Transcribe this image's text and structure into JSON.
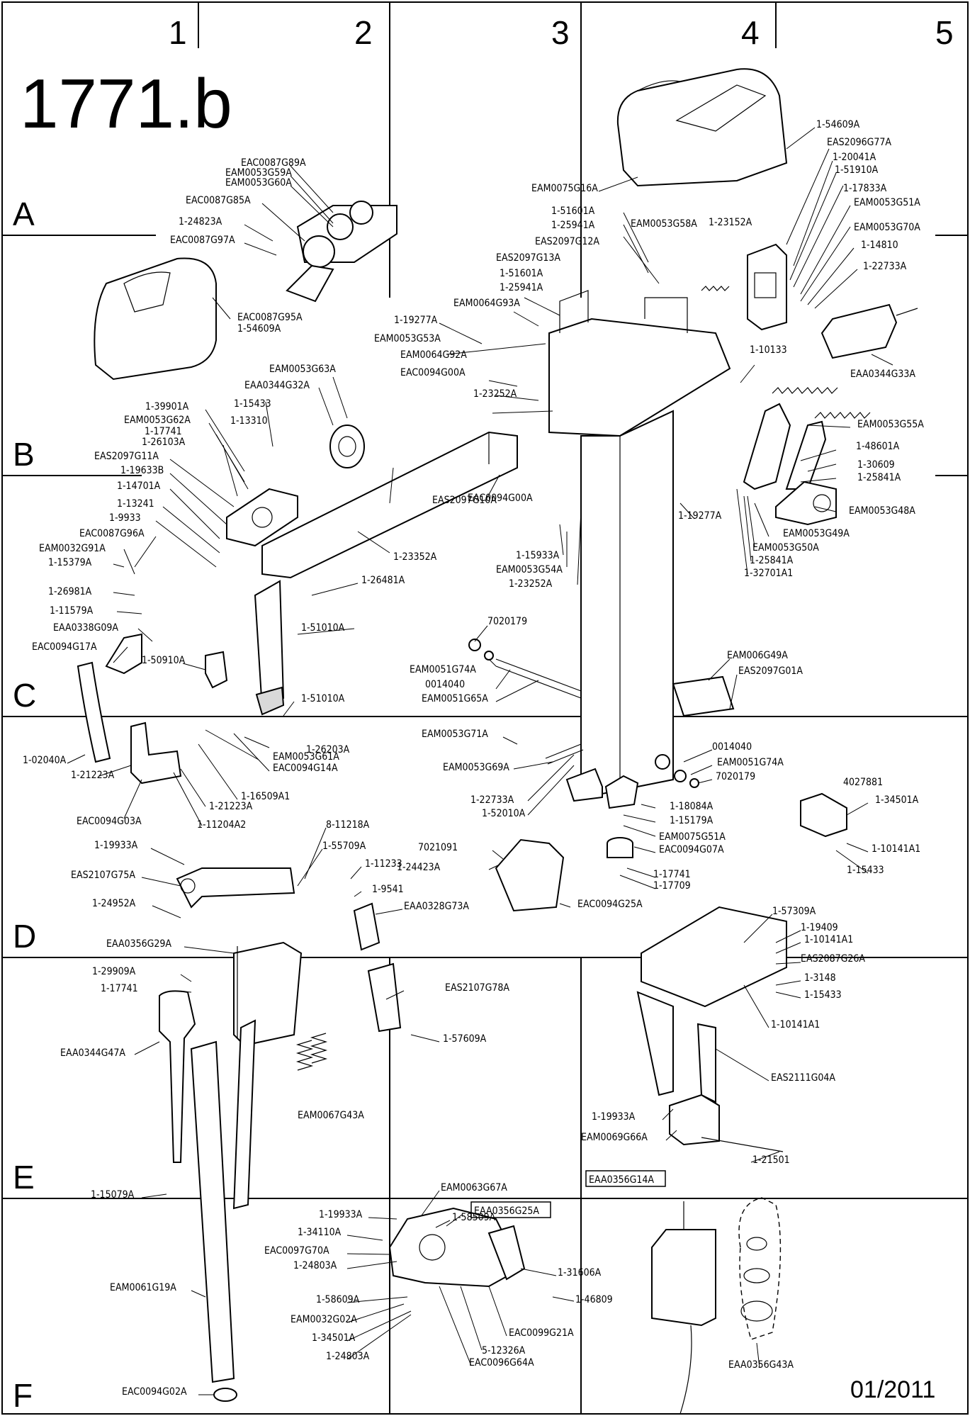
{
  "sheet": {
    "code": "1771.b",
    "date": "01/2011",
    "columns": [
      "1",
      "2",
      "3",
      "4",
      "5"
    ],
    "rows": [
      "A",
      "B",
      "C",
      "D",
      "E",
      "F"
    ]
  },
  "labels": [
    {
      "text": "EAC0087G89A"
    },
    {
      "text": "EAM0053G59A"
    },
    {
      "text": "EAM0053G60A"
    },
    {
      "text": "EAC0087G85A"
    },
    {
      "text": "1-24823A"
    },
    {
      "text": "EAC0087G97A"
    },
    {
      "text": "EAC0087G95A"
    },
    {
      "text": "1-54609A"
    },
    {
      "text": "EAM0075G16A"
    },
    {
      "text": "1-54609A"
    },
    {
      "text": "EAS2096G77A"
    },
    {
      "text": "1-20041A"
    },
    {
      "text": "1-51910A"
    },
    {
      "text": "1-17833A"
    },
    {
      "text": "EAM0053G51A"
    },
    {
      "text": "EAM0053G70A"
    },
    {
      "text": "1-14810"
    },
    {
      "text": "1-22733A"
    },
    {
      "text": "1-51601A"
    },
    {
      "text": "1-25941A"
    },
    {
      "text": "EAS2097G12A"
    },
    {
      "text": "EAM0053G58A"
    },
    {
      "text": "1-23152A"
    },
    {
      "text": "EAS2097G13A"
    },
    {
      "text": "1-51601A"
    },
    {
      "text": "1-25941A"
    },
    {
      "text": "EAM0064G93A"
    },
    {
      "text": "1-19277A"
    },
    {
      "text": "EAM0053G53A"
    },
    {
      "text": "EAM0064G92A"
    },
    {
      "text": "EAC0094G00A"
    },
    {
      "text": "1-23252A"
    },
    {
      "text": "1-10133"
    },
    {
      "text": "EAA0344G33A"
    },
    {
      "text": "EAM0053G55A"
    },
    {
      "text": "1-48601A"
    },
    {
      "text": "1-30609"
    },
    {
      "text": "1-25841A"
    },
    {
      "text": "EAM0053G48A"
    },
    {
      "text": "EAM0053G49A"
    },
    {
      "text": "EAM0053G50A"
    },
    {
      "text": "1-25841A"
    },
    {
      "text": "1-32701A1"
    },
    {
      "text": "1-19277A"
    },
    {
      "text": "1-15933A"
    },
    {
      "text": "EAM0053G54A"
    },
    {
      "text": "1-23252A"
    },
    {
      "text": "EAM0053G63A"
    },
    {
      "text": "EAA0344G32A"
    },
    {
      "text": "1-15433"
    },
    {
      "text": "1-39901A"
    },
    {
      "text": "EAM0053G62A"
    },
    {
      "text": "1-13310"
    },
    {
      "text": "1-17741"
    },
    {
      "text": "1-26103A"
    },
    {
      "text": "EAS2097G11A"
    },
    {
      "text": "1-19633B"
    },
    {
      "text": "1-14701A"
    },
    {
      "text": "1-13241"
    },
    {
      "text": "1-9933"
    },
    {
      "text": "EAC0087G96A"
    },
    {
      "text": "EAM0032G91A"
    },
    {
      "text": "1-15379A"
    },
    {
      "text": "1-26981A"
    },
    {
      "text": "1-11579A"
    },
    {
      "text": "EAA0338G09A"
    },
    {
      "text": "EAC0094G17A"
    },
    {
      "text": "EAS2097G10A"
    },
    {
      "text": "EAC0094G00A"
    },
    {
      "text": "1-23352A"
    },
    {
      "text": "1-26481A"
    },
    {
      "text": "1-51010A"
    },
    {
      "text": "1-50910A"
    },
    {
      "text": "1-51010A"
    },
    {
      "text": "1-26203A"
    },
    {
      "text": "EAM0053G61A"
    },
    {
      "text": "EAC0094G14A"
    },
    {
      "text": "1-16509A1"
    },
    {
      "text": "1-02040A"
    },
    {
      "text": "1-21223A"
    },
    {
      "text": "1-21223A"
    },
    {
      "text": "1-11204A2"
    },
    {
      "text": "EAC0094G03A"
    },
    {
      "text": "7020179"
    },
    {
      "text": "EAM0051G74A"
    },
    {
      "text": "0014040"
    },
    {
      "text": "EAM0051G65A"
    },
    {
      "text": "EAM006G49A"
    },
    {
      "text": "EAS2097G01A"
    },
    {
      "text": "EAM0053G71A"
    },
    {
      "text": "EAM0053G69A"
    },
    {
      "text": "1-22733A"
    },
    {
      "text": "1-52010A"
    },
    {
      "text": "0014040"
    },
    {
      "text": "EAM0051G74A"
    },
    {
      "text": "7020179"
    },
    {
      "text": "1-18084A"
    },
    {
      "text": "1-15179A"
    },
    {
      "text": "EAM0075G51A"
    },
    {
      "text": "EAC0094G07A"
    },
    {
      "text": "1-17741"
    },
    {
      "text": "1-17709"
    },
    {
      "text": "7021091"
    },
    {
      "text": "1-24423A"
    },
    {
      "text": "EAC0094G25A"
    },
    {
      "text": "4027881"
    },
    {
      "text": "1-34501A"
    },
    {
      "text": "1-10141A1"
    },
    {
      "text": "1-15433"
    },
    {
      "text": "1-19933A"
    },
    {
      "text": "EAS2107G75A"
    },
    {
      "text": "1-24952A"
    },
    {
      "text": "8-11218A"
    },
    {
      "text": "1-55709A"
    },
    {
      "text": "1-11233"
    },
    {
      "text": "1-9541"
    },
    {
      "text": "EAA0328G73A"
    },
    {
      "text": "EAA0356G29A"
    },
    {
      "text": "1-57309A"
    },
    {
      "text": "1-19409"
    },
    {
      "text": "1-10141A1"
    },
    {
      "text": "EAS2087G26A"
    },
    {
      "text": "1-3148"
    },
    {
      "text": "1-15433"
    },
    {
      "text": "1-10141A1"
    },
    {
      "text": "1-29909A"
    },
    {
      "text": "1-17741"
    },
    {
      "text": "EAS2107G78A"
    },
    {
      "text": "EAA0344G47A"
    },
    {
      "text": "1-57609A"
    },
    {
      "text": "EAM0067G43A"
    },
    {
      "text": "EAS2111G04A"
    },
    {
      "text": "1-19933A"
    },
    {
      "text": "EAM0069G66A"
    },
    {
      "text": "1-21501"
    },
    {
      "text": "1-15079A"
    },
    {
      "text": "EAM0063G67A"
    },
    {
      "text": "EAA0356G25A"
    },
    {
      "text": "EAA0356G14A"
    },
    {
      "text": "1-19933A"
    },
    {
      "text": "1-58509A"
    },
    {
      "text": "1-34110A"
    },
    {
      "text": "EAC0097G70A"
    },
    {
      "text": "1-24803A"
    },
    {
      "text": "1-31606A"
    },
    {
      "text": "EAM0061G19A"
    },
    {
      "text": "1-58609A"
    },
    {
      "text": "1-46809"
    },
    {
      "text": "EAM0032G02A"
    },
    {
      "text": "EAC0099G21A"
    },
    {
      "text": "1-34501A"
    },
    {
      "text": "5-12326A"
    },
    {
      "text": "1-24803A"
    },
    {
      "text": "EAC0096G64A"
    },
    {
      "text": "EAA0356G43A"
    },
    {
      "text": "EAC0094G02A"
    }
  ]
}
